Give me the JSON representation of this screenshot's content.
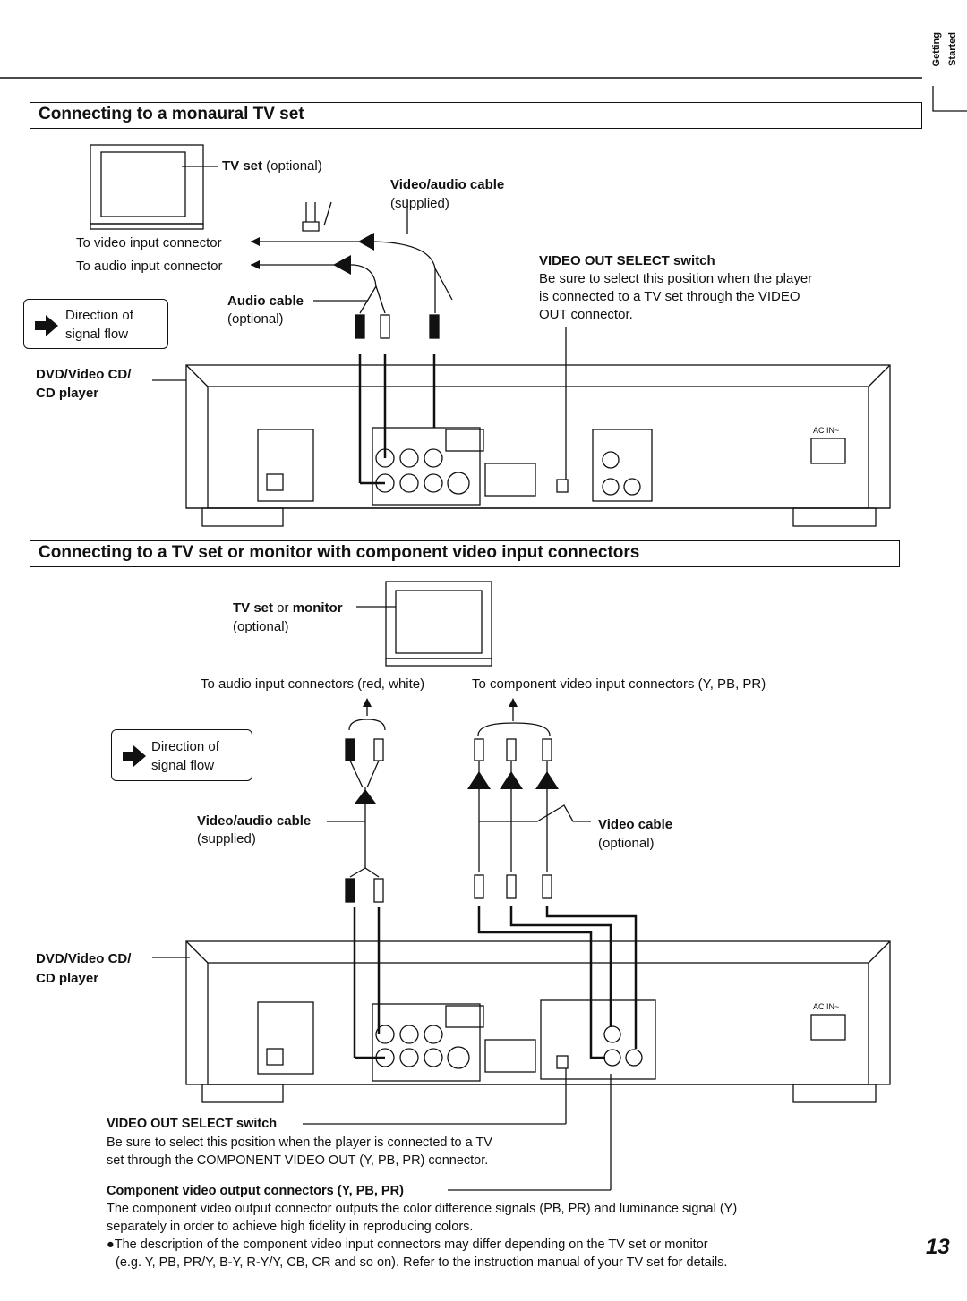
{
  "side_tab": {
    "line1": "Getting",
    "line2": "Started"
  },
  "page_number": "13",
  "section1": {
    "title": "Connecting to a monaural TV set",
    "tv_label_bold": "TV set",
    "tv_label_rest": " (optional)",
    "video_audio_cable": "Video/audio cable",
    "supplied": "(supplied)",
    "to_video_input": "To video input connector",
    "to_audio_input": "To audio input connector",
    "audio_cable": "Audio cable",
    "audio_cable_optional": "(optional)",
    "direction_line1": "Direction of",
    "direction_line2": "signal flow",
    "player_line1": "DVD/Video CD/",
    "player_line2": "CD player",
    "switch_title": "VIDEO OUT SELECT switch",
    "switch_desc_1": "Be sure to select this position when the player",
    "switch_desc_2": "is connected to a TV set through the VIDEO",
    "switch_desc_3": "OUT connector.",
    "ac_in": "AC IN~"
  },
  "section2": {
    "title": "Connecting to a TV set or monitor with component video input connectors",
    "tv_label_bold": "TV set",
    "tv_label_or": " or ",
    "tv_label_bold2": "monitor",
    "tv_optional": "(optional)",
    "to_audio_inputs": "To audio input connectors (red, white)",
    "to_component_inputs": "To component video input connectors (Y, PB, PR)",
    "direction_line1": "Direction of",
    "direction_line2": "signal flow",
    "video_audio_cable": "Video/audio cable",
    "supplied": "(supplied)",
    "video_cable": "Video cable",
    "video_cable_optional": "(optional)",
    "player_line1": "DVD/Video CD/",
    "player_line2": "CD player",
    "ac_in": "AC IN~",
    "switch_title": "VIDEO OUT SELECT switch",
    "switch_desc_1": "Be sure to select this position when the player is connected to a TV",
    "switch_desc_2": "set through the COMPONENT VIDEO OUT (Y, PB, PR) connector.",
    "component_title": "Component video output connectors (Y, PB, PR)",
    "component_desc_1": "The component video output connector outputs the color difference signals (PB, PR) and luminance signal (Y)",
    "component_desc_2": "separately in order to achieve high fidelity in reproducing colors.",
    "component_note_1": "●The description of the component video input connectors may differ depending on the TV set or monitor",
    "component_note_2": "(e.g. Y, PB, PR/Y, B-Y, R-Y/Y, CB, CR and so on). Refer to the instruction manual of your TV set for details."
  }
}
